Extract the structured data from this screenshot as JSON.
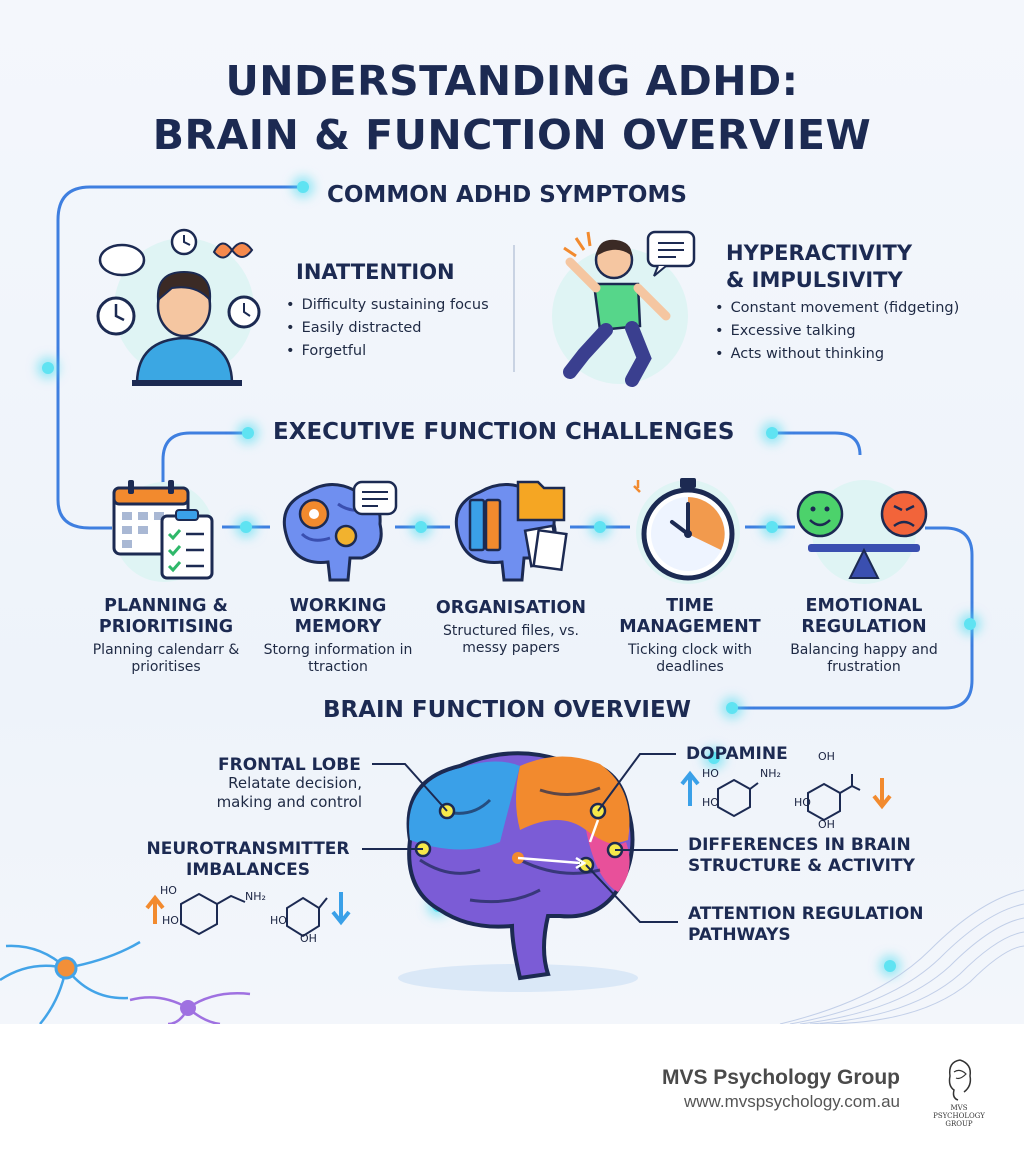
{
  "title": {
    "line1": "UNDERSTANDING ADHD:",
    "line2": "BRAIN & FUNCTION OVERVIEW"
  },
  "symptoms": {
    "heading": "COMMON ADHD SYMPTOMS",
    "inattention": {
      "title": "INATTENTION",
      "items": [
        "Difficulty sustaining focus",
        "Easily distracted",
        "Forgetful"
      ]
    },
    "hyperactivity": {
      "title_line1": "HYPERACTIVITY",
      "title_line2": "& IMPULSIVITY",
      "items": [
        "Constant movement (fidgeting)",
        "Excessive talking",
        "Acts without thinking"
      ]
    }
  },
  "executive": {
    "heading": "EXECUTIVE FUNCTION CHALLENGES",
    "items": [
      {
        "title": "PLANNING & PRIORITISING",
        "desc": "Planning calendarr & prioritises",
        "icon": "calendar-checklist-icon"
      },
      {
        "title": "WORKING MEMORY",
        "desc": "Storng information in ttraction",
        "icon": "brain-gears-icon"
      },
      {
        "title": "ORGANISATION",
        "desc": "Structured files, vs. messy papers",
        "icon": "brain-folders-icon"
      },
      {
        "title": "TIME MANAGEMENT",
        "desc": "Ticking clock with deadlines",
        "icon": "stopwatch-icon"
      },
      {
        "title": "EMOTIONAL REGULATION",
        "desc": "Balancing happy and frustration",
        "icon": "balance-faces-icon"
      }
    ]
  },
  "brain": {
    "heading": "BRAIN FUNCTION OVERVIEW",
    "frontal_lobe": {
      "title": "FRONTAL LOBE",
      "desc_line1": "Relatate decision,",
      "desc_line2": "making and control"
    },
    "neurotransmitter": {
      "title_line1": "NEUROTRANSMITTER",
      "title_line2": "IMBALANCES"
    },
    "dopamine": {
      "title": "DOPAMINE"
    },
    "differences": {
      "line1": "DIFFERENCES IN BRAIN",
      "line2": "STRUCTURE & ACTIVITY"
    },
    "attention": {
      "line1": "ATTENTION REGULATION",
      "line2": "PATHWAYS"
    },
    "chem": {
      "ho": "HO",
      "oh": "OH",
      "nh2": "NH₂"
    }
  },
  "footer": {
    "name": "MVS Psychology Group",
    "url": "www.mvspsychology.com.au",
    "logo_text": "MVS PSYCHOLOGY GROUP"
  },
  "colors": {
    "navy": "#1c2a52",
    "connector_blue": "#3f7fe0",
    "glow_cyan": "#5fe3f2",
    "brain_orange": "#f28a2e",
    "brain_purple": "#7b5cd6",
    "brain_blue": "#3aa0e8"
  }
}
